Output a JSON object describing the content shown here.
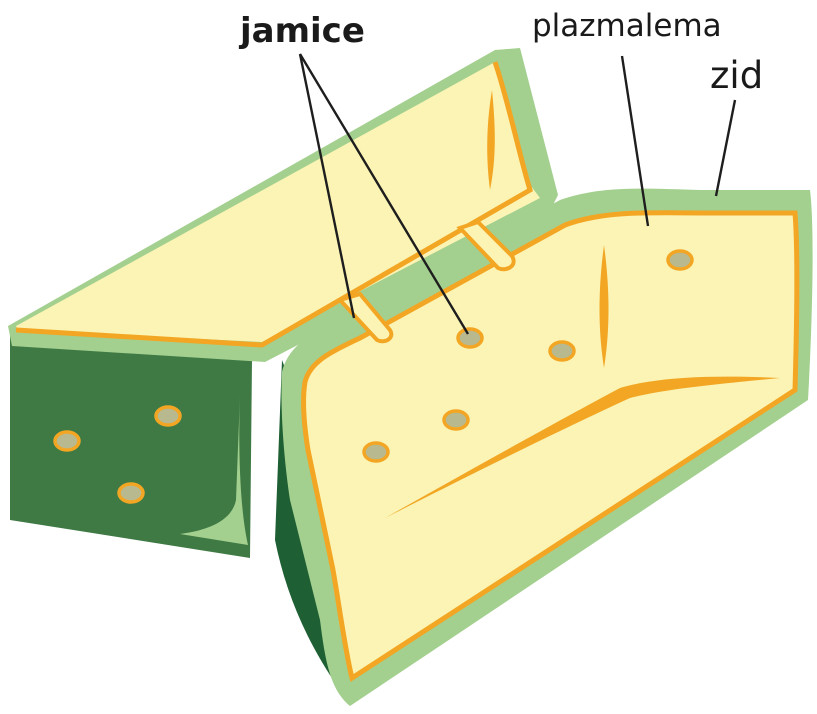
{
  "labels": {
    "pits": "jamice",
    "plasmalemma": "plazmalema",
    "wall": "zid"
  },
  "colors": {
    "wall_light": "#a3d08f",
    "wall_dark": "#3f7a45",
    "wall_darker": "#1e5f33",
    "cytoplasm": "#fbf4b4",
    "membrane": "#f2a623",
    "pit_fill": "#b9b98f",
    "line": "#1e1e1e"
  }
}
